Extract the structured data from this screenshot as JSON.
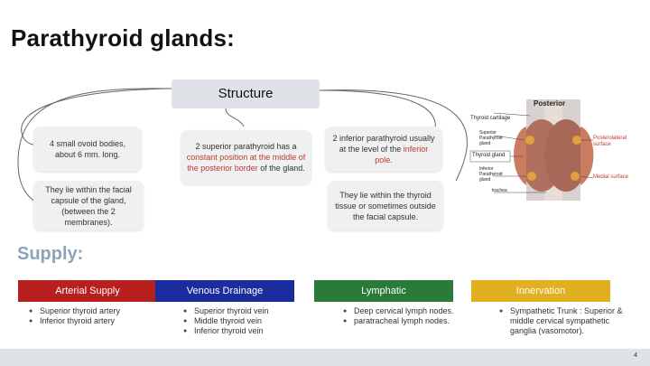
{
  "slide": {
    "title": "Parathyroid glands:",
    "structure_label": "Structure",
    "cards": {
      "c1": "4 small ovoid bodies, about 6 mm. long.",
      "c2_pre": "2 superior parathyroid has a ",
      "c2_red": "constant position at the middle of the posterior border",
      "c2_post": " of the gland.",
      "c3_pre": "2 inferior parathyroid usually at the level of the ",
      "c3_red": "inferior pole.",
      "c4": "They lie within the facial capsule of the gland, (between the 2 membranes).",
      "c5": "They lie within the thyroid tissue or sometimes outside the facial capsule."
    },
    "supply_title": "Supply:",
    "supply": [
      {
        "header": "Arterial Supply",
        "color": "#b81f1f",
        "text_color": "#ffffff",
        "items": [
          "Superior thyroid artery",
          "Inferior thyroid artery"
        ]
      },
      {
        "header": "Venous Drainage",
        "color": "#1b2d9e",
        "text_color": "#ffffff",
        "items": [
          "Superior thyroid vein",
          "Middle thyroid vein",
          "Inferior thyroid vein"
        ]
      },
      {
        "header": "Lymphatic",
        "color": "#2a7a3a",
        "text_color": "#ffffff",
        "items": [
          "Deep cervical lymph nodes.",
          "paratracheal lymph nodes."
        ]
      },
      {
        "header": "Innervation",
        "color": "#e0b020",
        "text_color": "#ffffff",
        "items": [
          "Sympathetic Trunk : Superior & middle cervical sympathetic ganglia (vasomotor)."
        ]
      }
    ],
    "diagram": {
      "posterior": "Posterior",
      "thyroid_cartilage": "Thyroid cartilage",
      "superior_parathyroid": "Superior Parathyroid gland",
      "thyroid_gland": "Thyroid gland",
      "inferior_parathyroid": "Inferior Parathyroid gland",
      "trachea": "trachea",
      "posterolateral": "Posterolateral surface",
      "medial": "Medial surface"
    },
    "page_number": "4"
  }
}
